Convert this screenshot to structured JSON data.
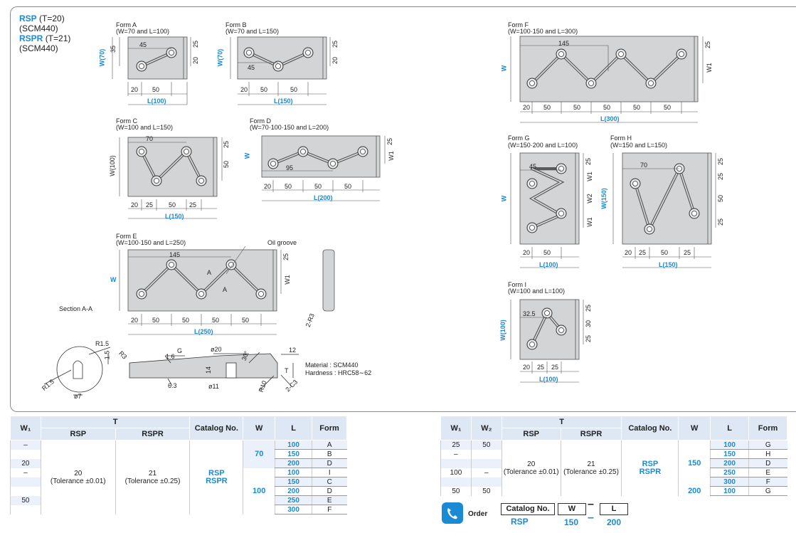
{
  "header": {
    "rsp": "RSP",
    "rsp_t": "(T=20)",
    "rsp_mat": "(SCM440)",
    "rspr": "RSPR",
    "rspr_t": "(T=21)",
    "rspr_mat": "(SCM440)"
  },
  "forms": {
    "a": {
      "title": "Form A",
      "cond": "(W=70 and L=100)",
      "d1": "45",
      "d2": "35",
      "d3": "25",
      "d4": "20",
      "b1": "20",
      "b2": "50",
      "L": "L(100)",
      "W": "W(70)"
    },
    "b": {
      "title": "Form B",
      "cond": "(W=70 and L=150)",
      "d1": "45",
      "d3": "25",
      "d4": "20",
      "b1": "20",
      "b2": "50",
      "b3": "50",
      "L": "L(150)",
      "W": "W(70)"
    },
    "c": {
      "title": "Form C",
      "cond": "(W=100 and L=150)",
      "d1": "70",
      "d3": "25",
      "d4": "50",
      "b1": "20",
      "b2": "25",
      "b3": "50",
      "b4": "25",
      "L": "L(150)",
      "W": "W(100)"
    },
    "d": {
      "title": "Form D",
      "cond": "(W=70·100·150 and L=200)",
      "d1": "95",
      "d3": "25",
      "d4": "W1",
      "b1": "20",
      "b2": "50",
      "b3": "50",
      "b4": "50",
      "L": "L(200)",
      "W": "W"
    },
    "e": {
      "title": "Form E",
      "cond": "(W=100·150 and L=250)",
      "d1": "145",
      "d3": "25",
      "d4": "W1",
      "b1": "20",
      "b2": "50",
      "b3": "50",
      "b4": "50",
      "b5": "50",
      "L": "L(250)",
      "W": "W",
      "oil": "Oil groove",
      "aa": "A",
      "r3": "2-R3"
    },
    "f": {
      "title": "Form F",
      "cond": "(W=100·150 and L=300)",
      "d1": "145",
      "d3": "25",
      "d4": "W1",
      "b1": "20",
      "b2": "50",
      "b3": "50",
      "b4": "50",
      "b5": "50",
      "b6": "50",
      "L": "L(300)",
      "W": "W"
    },
    "g": {
      "title": "Form G",
      "cond": "(W=150·200 and L=100)",
      "d1": "45",
      "d3": "25",
      "d4": "W1",
      "d5": "W2",
      "d6": "W1",
      "b1": "20",
      "b2": "50",
      "L": "L(100)",
      "W": "W"
    },
    "h": {
      "title": "Form H",
      "cond": "(W=150 and L=150)",
      "d1": "70",
      "d3": "25",
      "d4": "25",
      "d5": "50",
      "d6": "25",
      "b1": "20",
      "b2": "25",
      "b3": "50",
      "b4": "25",
      "L": "L(150)",
      "W": "W(150)"
    },
    "i": {
      "title": "Form I",
      "cond": "(W=100 and L=100)",
      "d1": "32.5",
      "d3": "25",
      "d4": "30",
      "d5": "25",
      "b1": "20",
      "b2": "25",
      "b3": "25",
      "L": "L(100)",
      "W": "W(100)"
    }
  },
  "section": {
    "title": "Section A-A",
    "r15a": "R1.5",
    "r15b": "R1.5",
    "d15": "1.5",
    "phi7": "ø7",
    "r3": "R3",
    "g16": "1.6",
    "g": "G",
    "phi20": "ø20",
    "d30": "30°",
    "d12": "12",
    "d14": "14",
    "phi11": "ø11",
    "t": "T",
    "r10": "R10",
    "c3": "2-C3",
    "s63": "6.3",
    "material": "Material :  SCM440",
    "hardness": "Hardness : HRC58∼62"
  },
  "table1": {
    "h_w1": "W₁",
    "h_t": "T",
    "h_rsp": "RSP",
    "h_rspr": "RSPR",
    "h_cat": "Catalog No.",
    "h_w": "W",
    "h_l": "L",
    "h_form": "Form",
    "w1": [
      "–",
      "",
      "20",
      "–",
      "",
      "",
      "50",
      ""
    ],
    "t_rsp": "20",
    "t_rsp_tol": "(Tolerance ±0.01)",
    "t_rspr": "21",
    "t_rspr_tol": "(Tolerance ±0.25)",
    "cat1": "RSP",
    "cat2": "RSPR",
    "w_70": "70",
    "w_100": "100",
    "L": [
      "100",
      "150",
      "200",
      "100",
      "150",
      "200",
      "250",
      "300"
    ],
    "form": [
      "A",
      "B",
      "D",
      "I",
      "C",
      "D",
      "E",
      "F"
    ]
  },
  "table2": {
    "h_w1": "W₁",
    "h_w2": "W₂",
    "h_t": "T",
    "h_rsp": "RSP",
    "h_rspr": "RSPR",
    "h_cat": "Catalog No.",
    "h_w": "W",
    "h_l": "L",
    "h_form": "Form",
    "w1": [
      "25",
      "–",
      "",
      "100",
      "",
      "50"
    ],
    "w2": [
      "50",
      "",
      "",
      "–",
      "",
      "50"
    ],
    "t_rsp": "20",
    "t_rsp_tol": "(Tolerance ±0.01)",
    "t_rspr": "21",
    "t_rspr_tol": "(Tolerance ±0.25)",
    "cat1": "RSP",
    "cat2": "RSPR",
    "w_150": "150",
    "w_200": "200",
    "L": [
      "100",
      "150",
      "200",
      "250",
      "300",
      "100"
    ],
    "form": [
      "G",
      "H",
      "D",
      "E",
      "F",
      "G"
    ]
  },
  "order": {
    "label": "Order",
    "h_cat": "Catalog  No.",
    "h_w": "W",
    "h_l": "L",
    "v_cat": "RSP",
    "v_w": "150",
    "v_l": "200",
    "dash": "–"
  }
}
